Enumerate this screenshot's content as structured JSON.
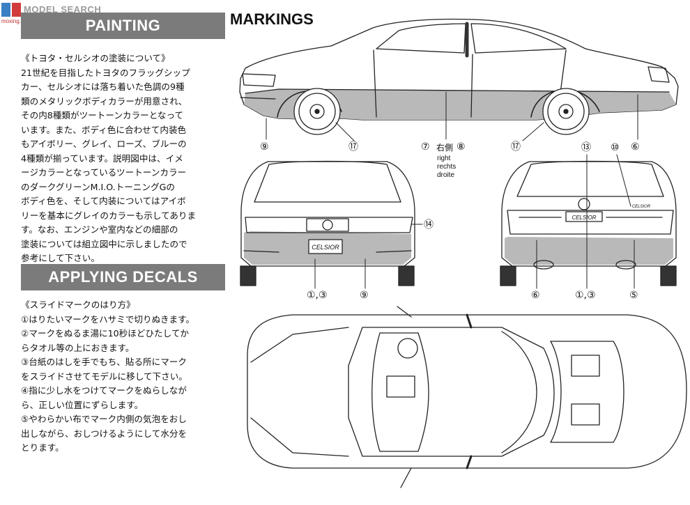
{
  "watermark": {
    "brand": "MODEL SEARCH",
    "url": "moxing.shop.com"
  },
  "painting": {
    "heading": "PAINTING",
    "lines": [
      "《トヨタ・セルシオの塗装について》",
      "21世紀を目指したトヨタのフラッグシップ",
      "カー、セルシオには落ち着いた色調の9種",
      "類のメタリックボディカラーが用意され、",
      "その内8種類がツートーンカラーとなって",
      "います。また、ボディ色に合わせて内装色",
      "もアイボリー、グレイ、ローズ、ブルーの",
      "4種類が揃っています。説明図中は、イメ",
      "ージカラーとなっているツートーンカラー",
      "のダークグリーンM.I.O.トーニングGの",
      "ボディ色を、そして内装についてはアイボ",
      "リーを基本にグレイのカラーも示してありま",
      "す。なお、エンジンや室内などの細部の",
      "塗装については組立図中に示しましたので",
      "参考にして下さい。"
    ]
  },
  "decals": {
    "heading": "APPLYING DECALS",
    "lines": [
      "《スライドマークのはり方》",
      "①はりたいマークをハサミで切りぬきます。",
      "②マークをぬるま湯に10秒ほどひたしてか",
      "らタオル等の上におきます。",
      "③台紙のはしを手でもち、貼る所にマーク",
      "をスライドさせてモデルに移して下さい。",
      "④指に少し水をつけてマークをぬらしなが",
      "ら、正しい位置にずらします。",
      "⑤やわらかい布でマーク内側の気泡をおし",
      "出しながら、おしつけるようにして水分を",
      "とります。"
    ]
  },
  "markings": {
    "title": "MARKINGS",
    "side": {
      "c9": "⑨",
      "c17a": "⑰",
      "c7": "⑦",
      "c7_label": "右側",
      "c8": "⑧",
      "c17b": "⑰",
      "c6": "⑥",
      "right": "right",
      "rechts": "rechts",
      "droite": "droite"
    },
    "front": {
      "c14": "⑭",
      "c13": "①,③",
      "c9": "⑨",
      "plate": "CELSIOR"
    },
    "rear": {
      "c13": "⑬",
      "c10": "⑩",
      "c6": "⑥",
      "c1_3": "①,③",
      "c5": "⑤",
      "plate": "CELSIOR",
      "badge": "CELSIOR"
    }
  }
}
